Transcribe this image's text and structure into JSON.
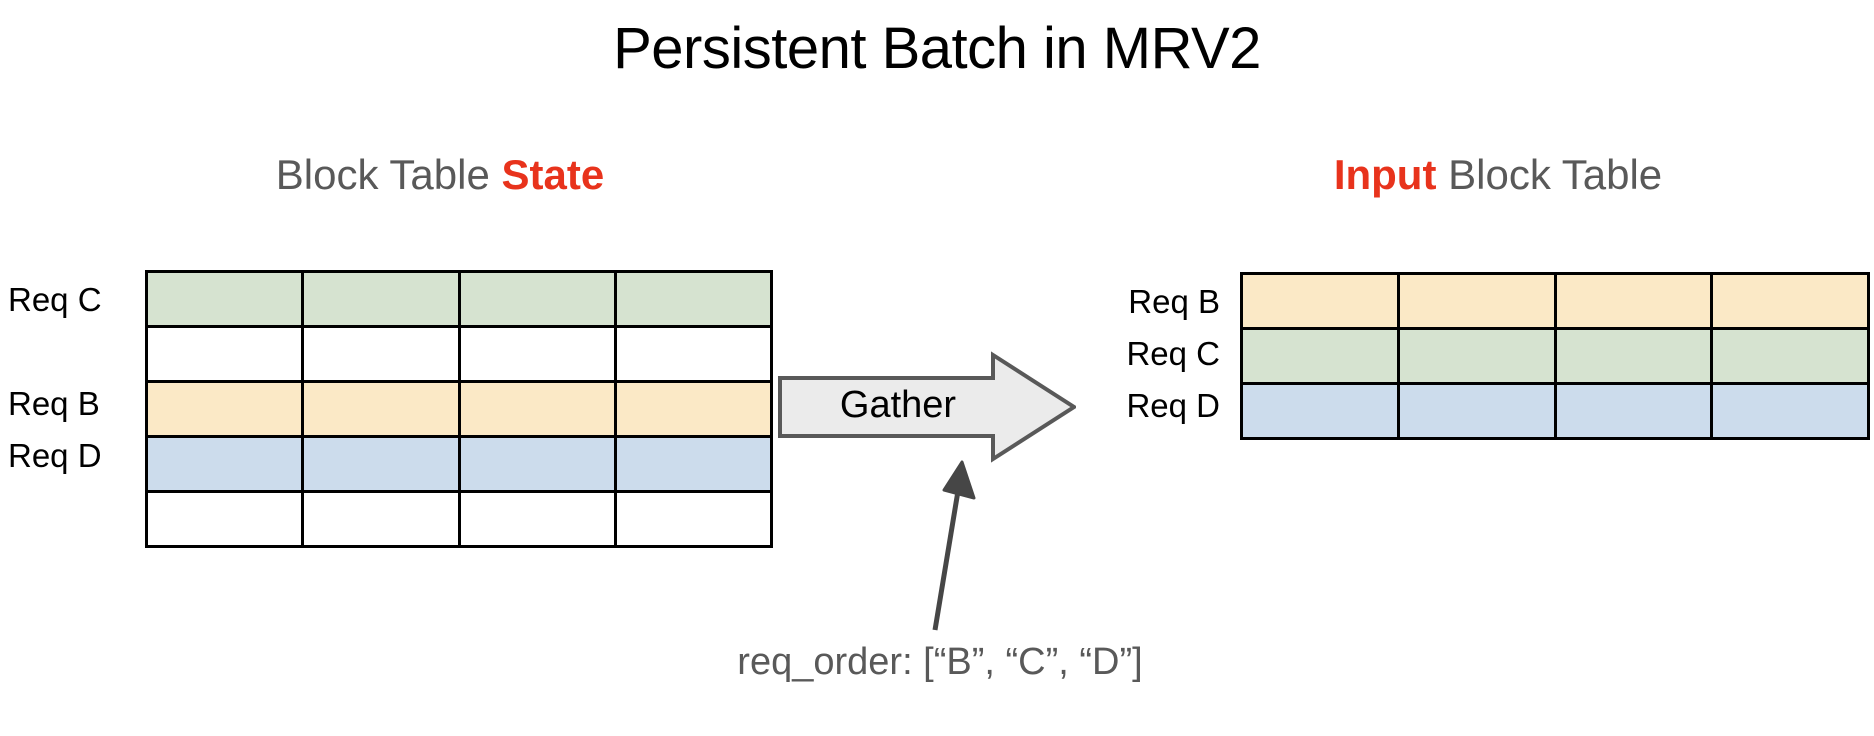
{
  "slide": {
    "title": "Persistent Batch in MRV2",
    "background_color": "#ffffff"
  },
  "colors": {
    "accent_red": "#e8331c",
    "heading_gray": "#595959",
    "req_green": "#d6e3d0",
    "req_yellow": "#fbe9c6",
    "req_blue": "#ccdcec",
    "empty_white": "#ffffff",
    "grid_black": "#000000",
    "arrow_fill": "#ebebeb",
    "arrow_stroke": "#595959",
    "pointer_color": "#464646"
  },
  "left_panel": {
    "heading_prefix": "Block Table ",
    "heading_accent": "State",
    "columns": 4,
    "rows": [
      {
        "label": "Req C",
        "fill": "#d6e3d0",
        "occupied": true
      },
      {
        "label": "",
        "fill": "#ffffff",
        "occupied": false
      },
      {
        "label": "Req B",
        "fill": "#fbe9c6",
        "occupied": true
      },
      {
        "label": "Req D",
        "fill": "#ccdcec",
        "occupied": true
      },
      {
        "label": "",
        "fill": "#ffffff",
        "occupied": false
      }
    ]
  },
  "right_panel": {
    "heading_accent": "Input",
    "heading_suffix": " Block Table",
    "columns": 4,
    "rows": [
      {
        "label": "Req B",
        "fill": "#fbe9c6",
        "occupied": true
      },
      {
        "label": "Req C",
        "fill": "#d6e3d0",
        "occupied": true
      },
      {
        "label": "Req D",
        "fill": "#ccdcec",
        "occupied": true
      }
    ]
  },
  "operation": {
    "arrow_label": "Gather",
    "arrow_direction": "right"
  },
  "annotation": {
    "caption": "req_order: [“B”, “C”, “D”]",
    "pointer": "arrow-up-right"
  }
}
